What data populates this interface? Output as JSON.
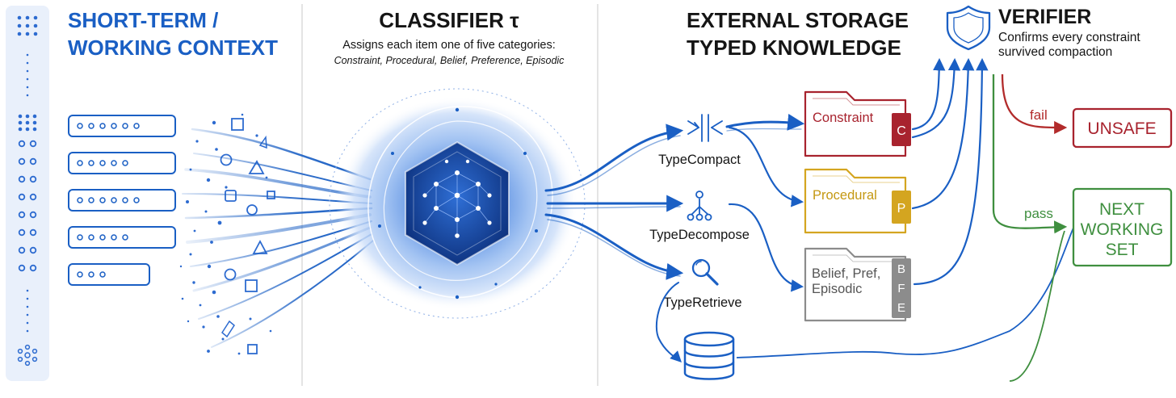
{
  "colors": {
    "blue": "#1a5fc4",
    "dark_blue": "#0d3b8f",
    "light_blue": "#dce9fb",
    "red": "#b22b2b",
    "constraint": "#a8232e",
    "procedural": "#d4a520",
    "bfe": "#8c8c8c",
    "green": "#3f8f3f",
    "rail": "#e9f0fb",
    "divider": "#c9c9c9",
    "text_dark": "#151515"
  },
  "context": {
    "title_line1": "SHORT-TERM /",
    "title_line2": "WORKING CONTEXT",
    "item_icon": "memory-item-rounded-box"
  },
  "classifier": {
    "title": "CLASSIFIER τ",
    "subtitle": "Assigns each item one of five categories:",
    "categories": "Constraint, Procedural, Belief, Preference, Episodic",
    "core_icon": "neural-network-hexagon-icon"
  },
  "storage": {
    "title_line1": "EXTERNAL STORAGE",
    "title_line2": "TYPED KNOWLEDGE",
    "operations": {
      "compact": {
        "label": "TypeCompact",
        "icon": "compress-arrows-icon"
      },
      "decompose": {
        "label": "TypeDecompose",
        "icon": "hierarchy-tree-icon"
      },
      "retrieve": {
        "label": "TypeRetrieve",
        "icon": "magnifier-icon"
      }
    },
    "folders": {
      "constraint": {
        "label": "Constraint",
        "tab": "C"
      },
      "procedural": {
        "label": "Procedural",
        "tab": "P"
      },
      "bfe": {
        "line1": "Belief, Pref,",
        "line2": "Episodic",
        "tab1": "B",
        "tab2": "F",
        "tab3": "E"
      }
    },
    "database_icon": "database-cylinder-icon"
  },
  "verifier": {
    "title": "VERIFIER",
    "desc_line1": "Confirms every constraint",
    "desc_line2": "survived compaction",
    "icon": "shield-icon",
    "fail_label": "fail",
    "pass_label": "pass",
    "unsafe_label": "UNSAFE",
    "next_line1": "NEXT",
    "next_line2": "WORKING",
    "next_line3": "SET"
  }
}
